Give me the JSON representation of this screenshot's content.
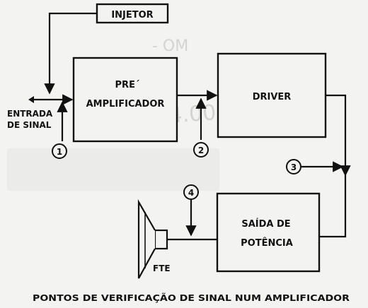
{
  "diagram": {
    "blocks": {
      "injector": "INJETOR",
      "preamp_line1": "PRE´",
      "preamp_line2": "AMPLIFICADOR",
      "driver": "DRIVER",
      "output_line1": "SAÍDA   DE",
      "output_line2": "POTÊNCIA"
    },
    "input_label_line1": "ENTRADA",
    "input_label_line2": "DE SINAL",
    "speaker_label": "FTE",
    "test_points": [
      "1",
      "2",
      "3",
      "4"
    ],
    "caption": "PONTOS  DE  VERIFICAÇÃO  DE  SINAL  NUM  AMPLIFICADOR"
  }
}
